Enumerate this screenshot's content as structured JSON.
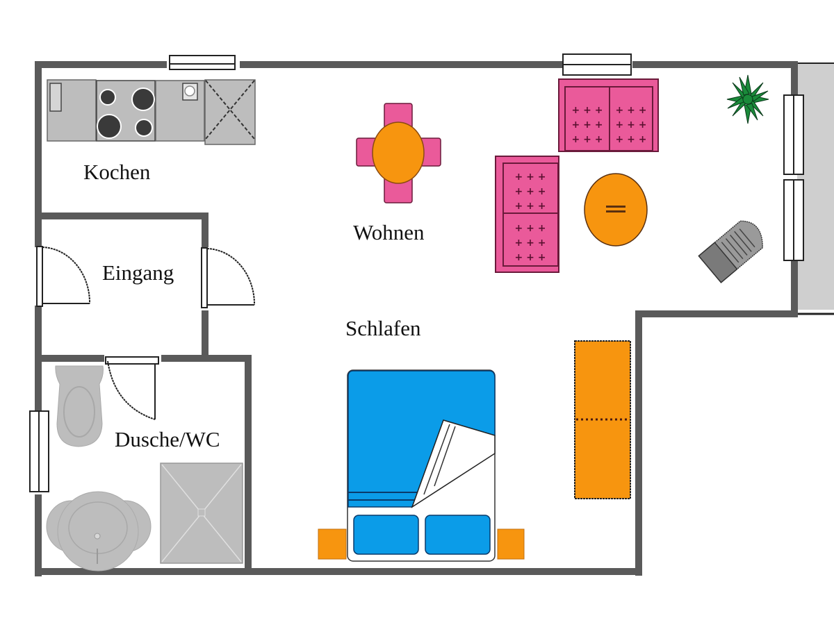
{
  "plan": {
    "type": "apartment floor plan",
    "colors": {
      "wall": "#5a5a5a",
      "fixture_gray": "#bdbdbd",
      "sofa_pink": "#e85a9a",
      "table_orange": "#f7950f",
      "bed_blue": "#0b9ce8",
      "plant_green": "#1a8a3a",
      "balcony_gray": "#cfcfcf"
    },
    "rooms": [
      {
        "id": "kochen",
        "label": "Kochen"
      },
      {
        "id": "wohnen",
        "label": "Wohnen"
      },
      {
        "id": "eingang",
        "label": "Eingang"
      },
      {
        "id": "schlafen",
        "label": "Schlafen"
      },
      {
        "id": "dusche_wc",
        "label": "Dusche/WC"
      }
    ],
    "furniture": {
      "kitchen": [
        "sink-counter",
        "stove-4-burner",
        "small-sink",
        "fridge-cabinet"
      ],
      "living": [
        "dining-table-4-chairs",
        "sofa-top",
        "sofa-left",
        "coffee-table",
        "armchair",
        "plant"
      ],
      "sleeping": [
        "double-bed",
        "nightstand-left",
        "nightstand-right",
        "wardrobe"
      ],
      "bathroom": [
        "toilet",
        "washbasin",
        "shower-tray"
      ]
    }
  }
}
